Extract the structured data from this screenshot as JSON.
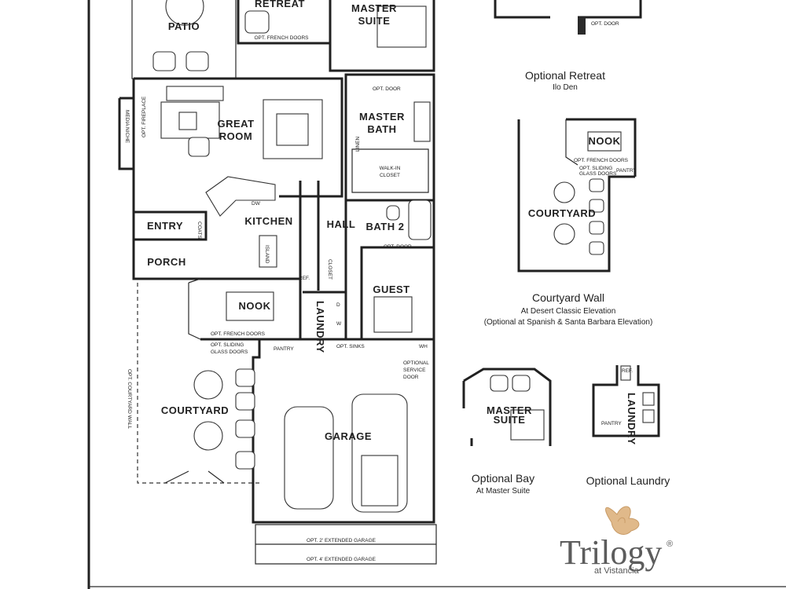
{
  "rooms": {
    "patio": "PATIO",
    "retreat": "RETREAT",
    "master_suite_1": "MASTER",
    "master_suite_2": "SUITE",
    "great_room_1": "GREAT",
    "great_room_2": "ROOM",
    "master_bath_1": "MASTER",
    "master_bath_2": "BATH",
    "kitchen": "KITCHEN",
    "hall": "HALL",
    "bath2": "BATH 2",
    "entry": "ENTRY",
    "porch": "PORCH",
    "nook": "NOOK",
    "guest": "GUEST",
    "courtyard": "COURTYARD",
    "garage": "GARAGE"
  },
  "small_labels": {
    "opt_french_doors_top": "OPT. FRENCH DOORS",
    "media": "MEDIA NICHE",
    "opt_fireplace": "OPT. FIREPLACE",
    "opt_door_bath": "OPT. DOOR",
    "linen": "LINEN",
    "walk_in_1": "WALK-IN",
    "walk_in_2": "CLOSET",
    "dw": "DW",
    "coats": "COATS",
    "island": "ISLAND",
    "refr": "REF.",
    "closet": "CLOSET",
    "opt_door_guest": "OPT. DOOR",
    "d": "D",
    "w": "W",
    "laundry": "LAUNDRY",
    "opt_french_doors_nook": "OPT. FRENCH DOORS",
    "opt_sliding_1": "OPT. SLIDING",
    "opt_sliding_2": "GLASS DOORS",
    "pantry": "PANTRY",
    "opt_sinks": "OPT. SINKS",
    "wh": "WH",
    "opt_service_1": "OPTIONAL",
    "opt_service_2": "SERVICE",
    "opt_service_3": "DOOR",
    "opt_courtyard_wall": "OPT. COURTYARD WALL",
    "opt_2_ext": "OPT. 2' EXTENDED GARAGE",
    "opt_4_ext": "OPT. 4' EXTENDED GARAGE",
    "opt_door_top": "OPT. DOOR"
  },
  "insets": {
    "retreat_title": "Optional Retreat",
    "retreat_sub": "Ilo Den",
    "courtyard_nook": "NOOK",
    "courtyard_room": "COURTYARD",
    "courtyard_pantry": "PANTRY",
    "courtyard_fd": "OPT. FRENCH DOORS",
    "courtyard_sg1": "OPT. SLIDING",
    "courtyard_sg2": "GLASS DOORS",
    "courtyard_title": "Courtyard Wall",
    "courtyard_sub1": "At Desert Classic Elevation",
    "courtyard_sub2": "(Optional at Spanish & Santa Barbara Elevation)",
    "bay_room_1": "MASTER",
    "bay_room_2": "SUITE",
    "bay_title": "Optional Bay",
    "bay_sub": "At Master Suite",
    "laundry_room": "LAUNDRY",
    "laundry_pantry": "PANTRY",
    "laundry_ref": "REF.",
    "laundry_title": "Optional Laundry"
  },
  "brand": {
    "name": "Trilogy",
    "mark": "®",
    "sub": "at Vistancia",
    "color": "#e0b98a"
  }
}
